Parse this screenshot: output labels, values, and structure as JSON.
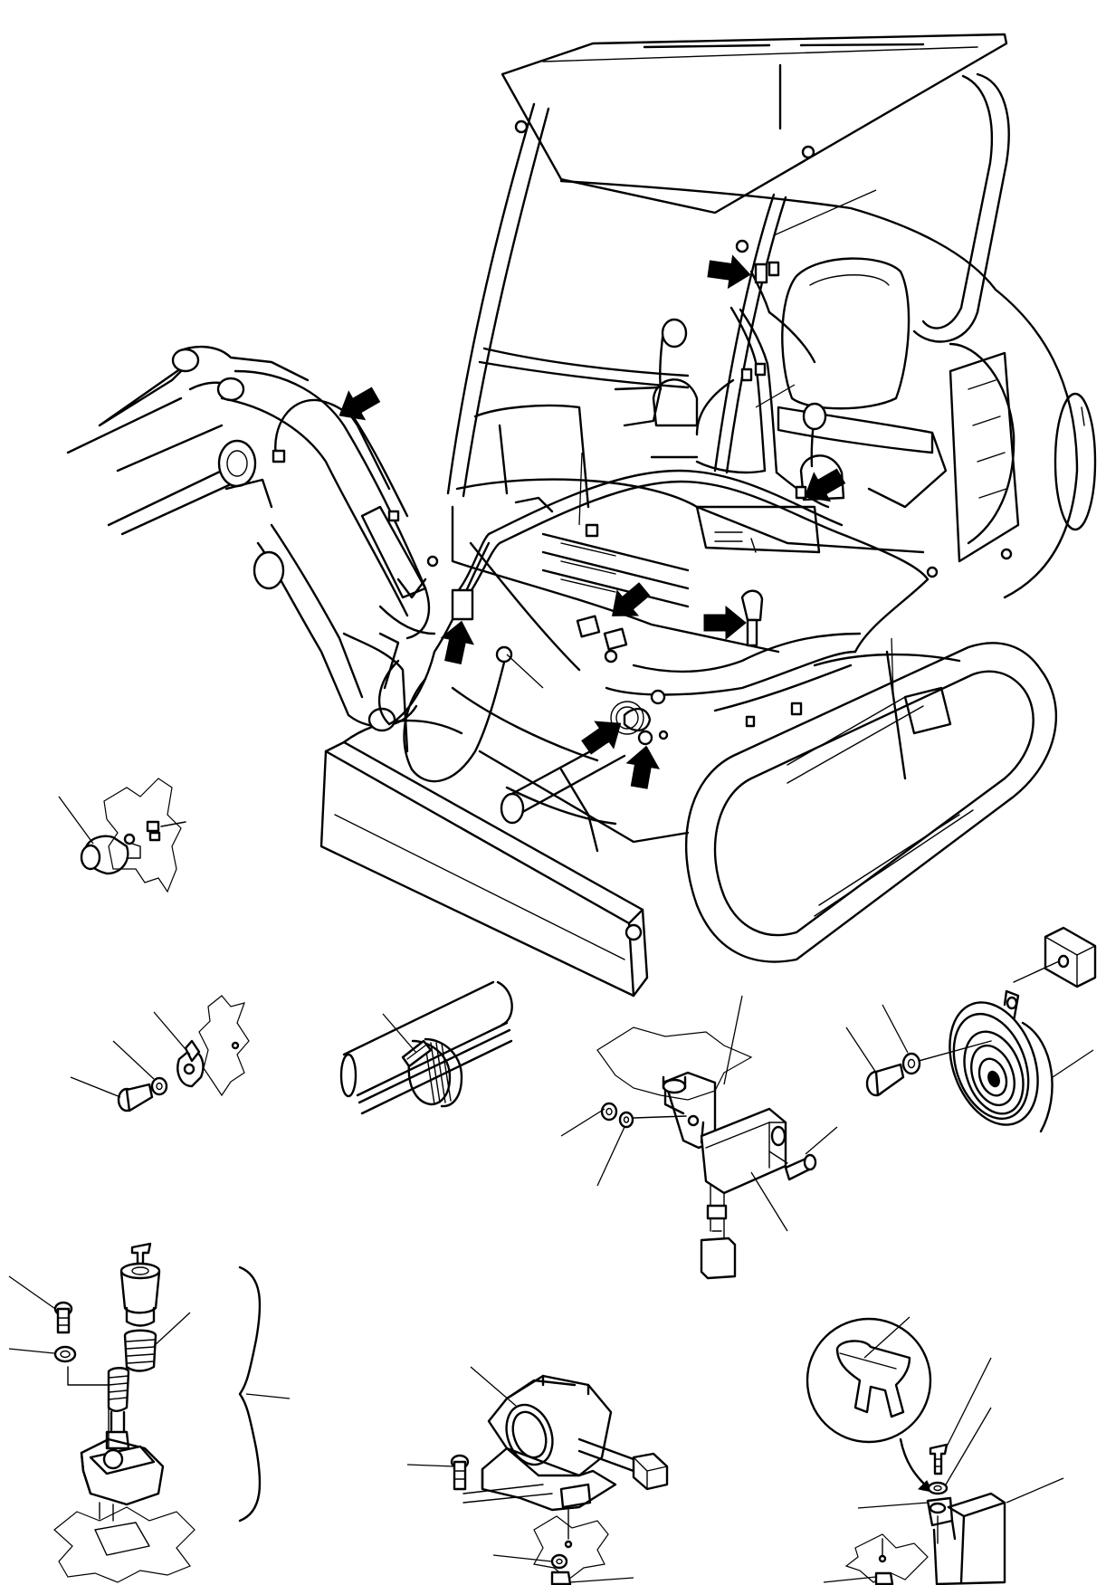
{
  "figure": {
    "labels": []
  },
  "parts": [
    {
      "id": "excavator-overview",
      "icon": "excavator-outline"
    },
    {
      "id": "working-lamp-switch",
      "icon": "switch-icon"
    },
    {
      "id": "clamp-fastener-set",
      "icon": "clamp-icon"
    },
    {
      "id": "cable-tie",
      "icon": "cable-tie-icon"
    },
    {
      "id": "relay-bracket",
      "icon": "relay-icon"
    },
    {
      "id": "horn-assembly",
      "icon": "horn-icon"
    },
    {
      "id": "switch-assembly",
      "icon": "pushbutton-icon"
    },
    {
      "id": "buzzer-housing",
      "icon": "buzzer-icon"
    },
    {
      "id": "fuse-box",
      "icon": "fuse-icon"
    }
  ]
}
